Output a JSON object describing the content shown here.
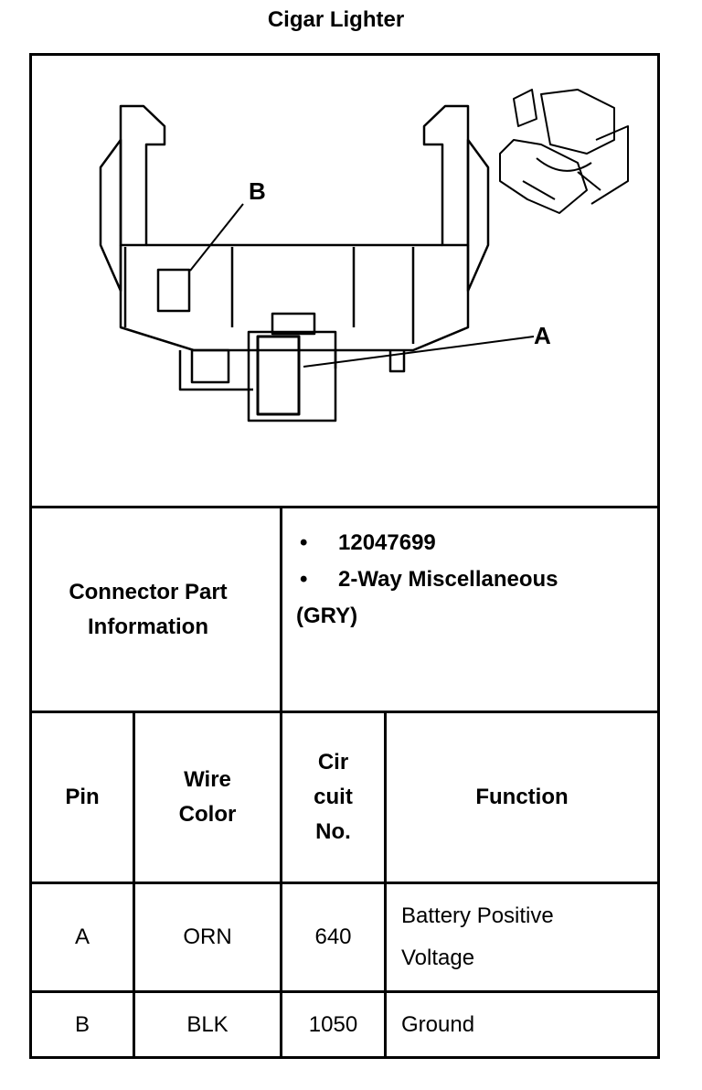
{
  "title": "Cigar Lighter",
  "diagram": {
    "label_a": "A",
    "label_b": "B"
  },
  "part_info": {
    "label": "Connector Part Information",
    "items": [
      "12047699",
      "2-Way Miscellaneous"
    ],
    "continuation": "(GRY)"
  },
  "table": {
    "headers": {
      "pin": "Pin",
      "wire_color": "Wire Color",
      "circuit_no": "Cir cuit No.",
      "function": "Function"
    },
    "rows": [
      {
        "pin": "A",
        "wire_color": "ORN",
        "circuit_no": "640",
        "function": "Battery Positive Voltage"
      },
      {
        "pin": "B",
        "wire_color": "BLK",
        "circuit_no": "1050",
        "function": "Ground"
      }
    ]
  }
}
